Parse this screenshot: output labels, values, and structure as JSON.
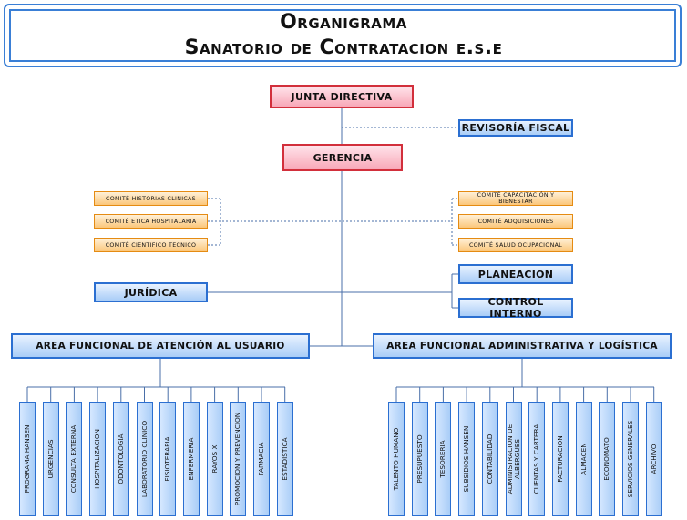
{
  "title": {
    "line1": "Organigrama",
    "line2": "Sanatorio de Contratacion e.s.e"
  },
  "nodes": {
    "junta": "JUNTA DIRECTIVA",
    "revisoria": "REVISORÍA FISCAL",
    "gerencia": "GERENCIA",
    "juridica": "JURÍDICA",
    "planeacion": "PLANEACION",
    "control": "CONTROL INTERNO",
    "area_usuario": "AREA FUNCIONAL DE ATENCIÓN AL USUARIO",
    "area_admin": "AREA FUNCIONAL ADMINISTRATIVA Y LOGÍSTICA"
  },
  "committees_left": [
    "COMITÉ HISTORIAS CLINICAS",
    "COMITÉ ETICA HOSPITALARIA",
    "COMITÉ CIENTIFICO TECNICO"
  ],
  "committees_right": [
    "COMITÉ CAPACITACIÓN Y BIENESTAR",
    "COMITÉ ADQUISICIONES",
    "COMITÉ SALUD OCUPACIONAL"
  ],
  "usuario_units": [
    "PROGRAMA HANSEN",
    "URGENCIAS",
    "CONSULTA EXTERNA",
    "HOSPITALIZACION",
    "ODONTOLOGIA",
    "LABORATORIO CLINICO",
    "FISIOTERAPIA",
    "ENFERMERIA",
    "RAYOS X",
    "PROMOCION Y PREVENCION",
    "FARMACIA",
    "ESTADISTICA"
  ],
  "admin_units": [
    "TALENTO HUMANO",
    "PRESUPUESTO",
    "TESORERIA",
    "SUBSIDIOS HANSEN",
    "CONTABILIDAD",
    "ADMINISTRACION DE ALBERGUES",
    "CUENTAS Y CARTERA",
    "FACTURACION",
    "ALMACEN",
    "ECONOMATO",
    "SERVICIOS GENERALES",
    "ARCHIVO"
  ]
}
